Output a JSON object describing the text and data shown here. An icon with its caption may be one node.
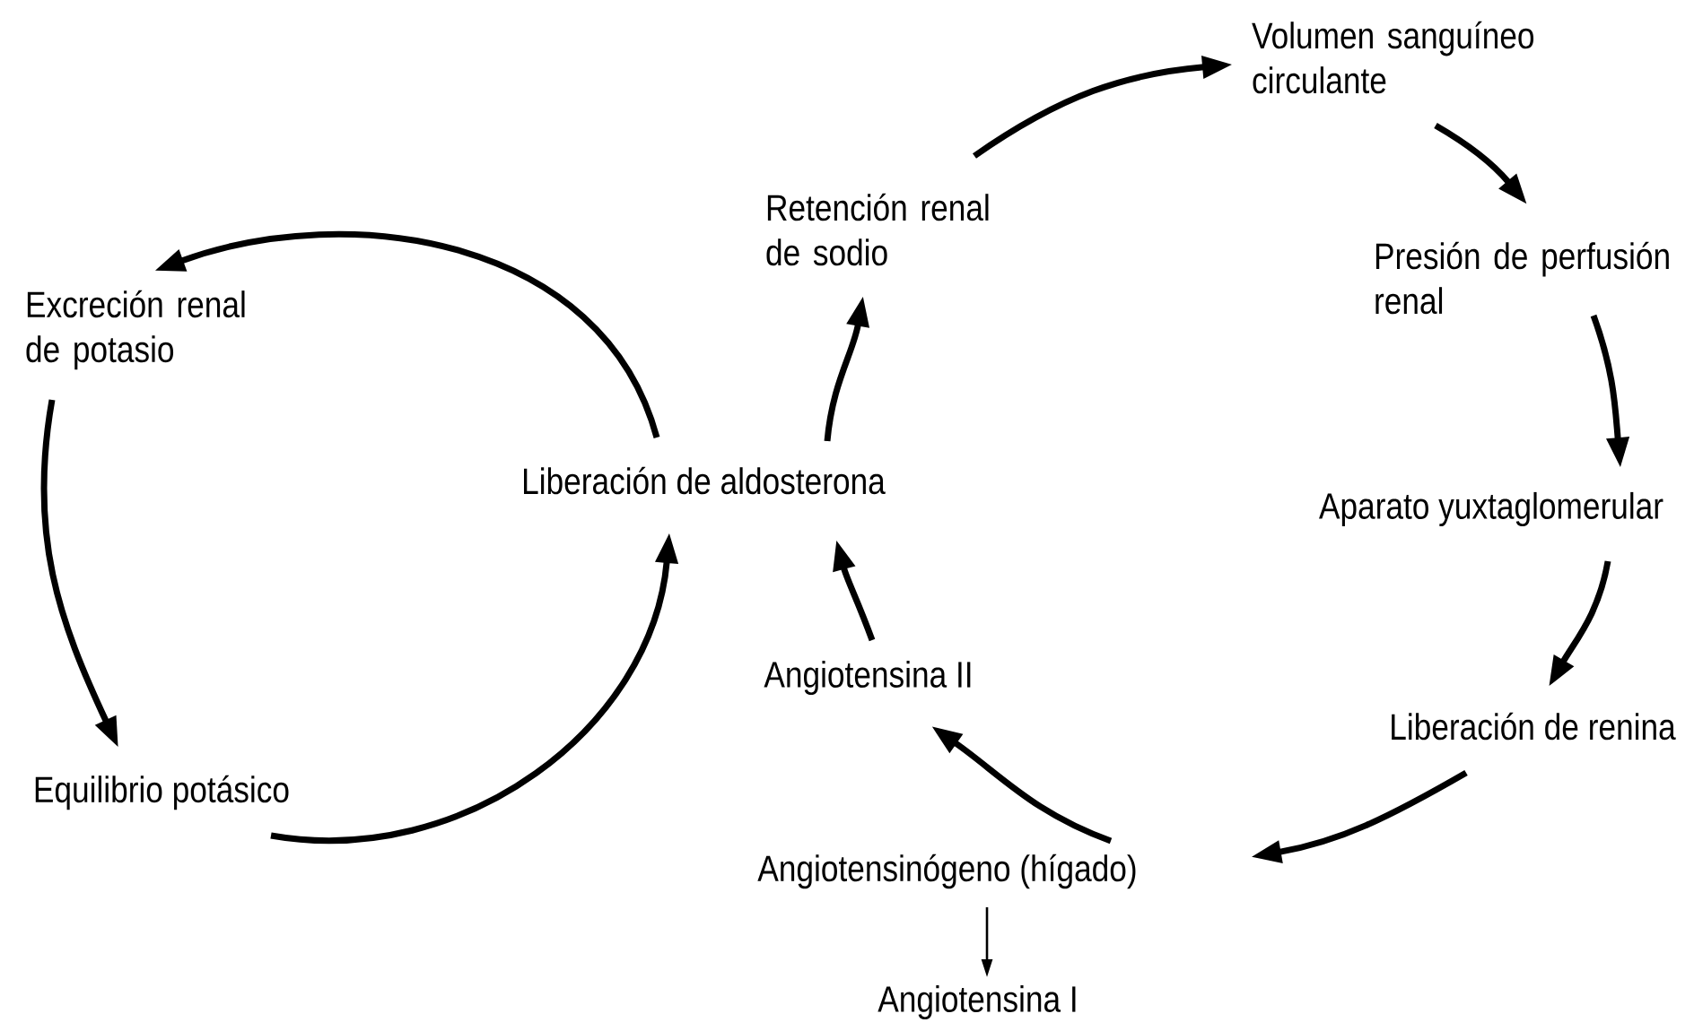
{
  "diagram": {
    "nodes": [
      {
        "text": [
          "Excreción renal de potasio"
        ]
      },
      {
        "text": [
          "Equilibrio potásico"
        ]
      },
      {
        "text": [
          "Liberación de aldosterona"
        ]
      },
      {
        "text": [
          "Retención renal de sodio"
        ]
      },
      {
        "text": [
          "Volumen sanguíneo circulante"
        ]
      },
      {
        "text": [
          "Presión de perfusión renal"
        ]
      },
      {
        "text": [
          "Aparato yuxtaglomerular"
        ]
      },
      {
        "text": [
          "Liberación de renina"
        ]
      },
      {
        "text": [
          "Angiotensinógeno (hígado)"
        ]
      },
      {
        "text": [
          "Angiotensina II"
        ]
      },
      {
        "text": [
          "Angiotensina I"
        ]
      }
    ],
    "edges": [
      {
        "from": 2,
        "to": 0,
        "arrow": "to"
      },
      {
        "from": 0,
        "to": 1,
        "arrow": "to"
      },
      {
        "from": 1,
        "to": 2,
        "arrow": "to"
      },
      {
        "from": 2,
        "to": 3,
        "arrow": "to"
      },
      {
        "from": 3,
        "to": 4,
        "arrow": "to"
      },
      {
        "from": 4,
        "to": 5,
        "arrow": "to"
      },
      {
        "from": 5,
        "to": 6,
        "arrow": "to"
      },
      {
        "from": 6,
        "to": 7,
        "arrow": "to"
      },
      {
        "from": 7,
        "to": 8,
        "arrow": "to"
      },
      {
        "from": 8,
        "to": 9,
        "arrow": "to"
      },
      {
        "from": 9,
        "to": 2,
        "arrow": "to"
      },
      {
        "from": 8,
        "to": 10,
        "arrow": "to"
      }
    ]
  }
}
